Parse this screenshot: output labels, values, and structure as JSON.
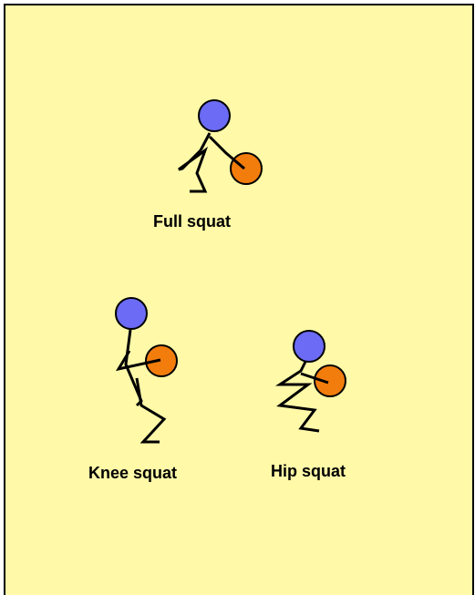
{
  "colors": {
    "background": "#FFF9A8",
    "border": "#000000",
    "head": "#6B6BF5",
    "ball": "#F27D0C",
    "stroke": "#000000"
  },
  "figures": [
    {
      "id": "full-squat",
      "label": "Full squat"
    },
    {
      "id": "knee-squat",
      "label": "Knee squat"
    },
    {
      "id": "hip-squat",
      "label": "Hip squat"
    }
  ]
}
